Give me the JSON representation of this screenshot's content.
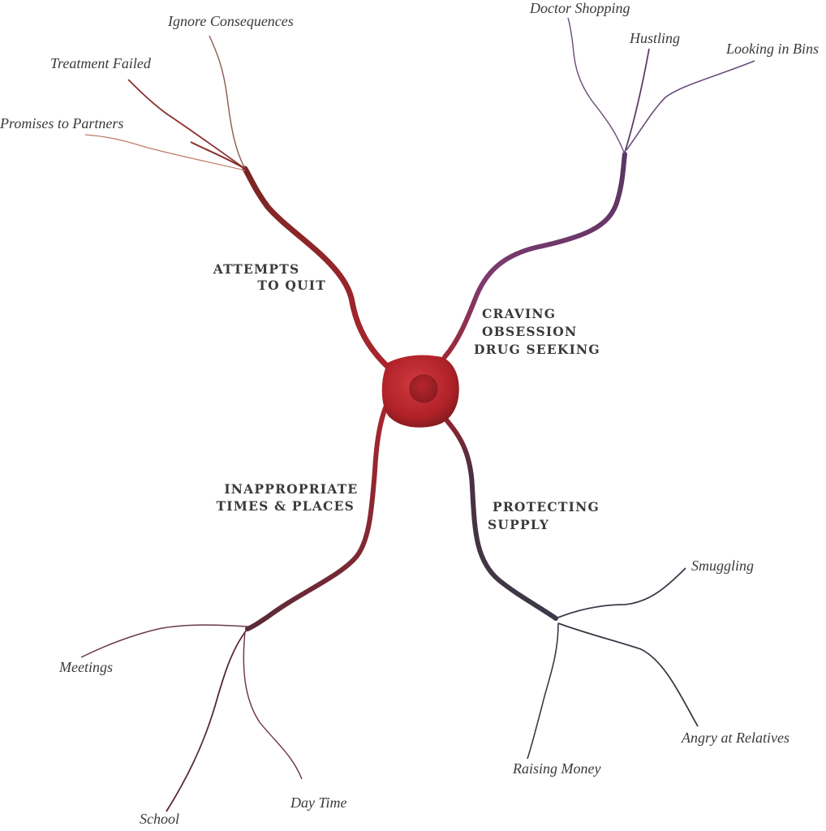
{
  "center": {
    "name": "neuron-cell-body"
  },
  "branches": [
    {
      "id": "attempts",
      "label_lines": [
        "ATTEMPTS",
        "TO QUIT"
      ],
      "color": "#8e2a2a",
      "leaves": [
        "Ignore Consequences",
        "Treatment Failed",
        "Promises to Partners"
      ]
    },
    {
      "id": "craving",
      "label_lines": [
        "CRAVING",
        "OBSESSION",
        "DRUG SEEKING"
      ],
      "color": "#6b3d74",
      "leaves": [
        "Doctor Shopping",
        "Hustling",
        "Looking in Bins"
      ]
    },
    {
      "id": "inappropriate",
      "label_lines": [
        "INAPPROPRIATE",
        "TIMES & PLACES"
      ],
      "color": "#7a2b33",
      "leaves": [
        "Meetings",
        "School",
        "Day Time"
      ]
    },
    {
      "id": "protecting",
      "label_lines": [
        "PROTECTING",
        "SUPPLY"
      ],
      "color": "#383845",
      "leaves": [
        "Smuggling",
        "Angry at Relatives",
        "Raising Money"
      ]
    }
  ],
  "colors": {
    "soma": "#b8242b",
    "soma_dark": "#7e1a1f",
    "text": "#3a3a3a"
  }
}
